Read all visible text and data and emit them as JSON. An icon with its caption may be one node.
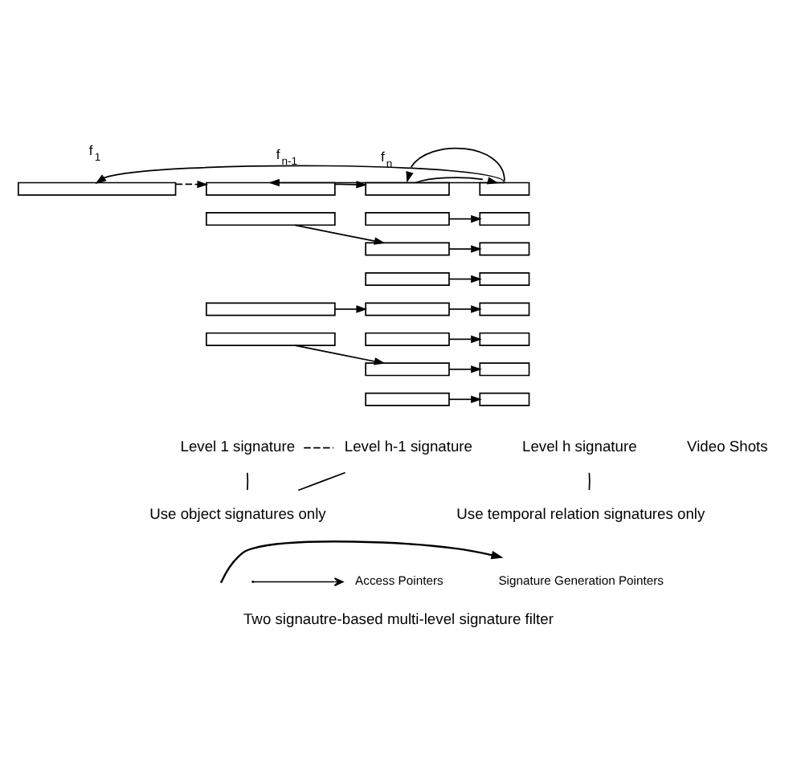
{
  "diagram": {
    "caption": "Two signautre-based multi-level signature filter",
    "nodes": [
      {
        "text": [],
        "shape": "bar"
      },
      {
        "text": [],
        "shape": "bar"
      },
      {
        "text": [],
        "shape": "bar"
      },
      {
        "text": [],
        "shape": "bar"
      },
      {
        "text": [],
        "shape": "bar"
      },
      {
        "text": [],
        "shape": "bar"
      },
      {
        "text": [],
        "shape": "bar"
      },
      {
        "text": [],
        "shape": "bar"
      },
      {
        "text": [],
        "shape": "bar"
      },
      {
        "text": [],
        "shape": "bar"
      },
      {
        "text": [],
        "shape": "bar"
      },
      {
        "text": [],
        "shape": "bar"
      },
      {
        "text": [],
        "shape": "bar"
      },
      {
        "text": [],
        "shape": "bar"
      },
      {
        "text": [],
        "shape": "bar"
      },
      {
        "text": [],
        "shape": "bar"
      },
      {
        "text": [],
        "shape": "bar"
      },
      {
        "text": [],
        "shape": "bar"
      },
      {
        "text": [],
        "shape": "bar"
      },
      {
        "text": [],
        "shape": "bar"
      },
      {
        "text": [],
        "shape": "bar"
      },
      {
        "text": [
          "Level 1 signature"
        ]
      },
      {
        "text": [
          "Level h-1 signature"
        ]
      },
      {
        "text": [
          "Level h signature"
        ]
      },
      {
        "text": [
          "Use object signatures only"
        ]
      },
      {
        "text": [
          "Use temporal relation signatures only"
        ]
      }
    ],
    "edges": [
      {
        "from": 0,
        "to": 1,
        "arrow": "to",
        "style": "dashed"
      },
      {
        "from": 1,
        "to": 3,
        "arrow": "to"
      },
      {
        "from": 2,
        "to": 5,
        "arrow": "to"
      },
      {
        "from": 3,
        "to": 7,
        "arrow": "to"
      },
      {
        "from": 4,
        "to": 8,
        "arrow": "to"
      },
      {
        "from": 5,
        "to": 9,
        "arrow": "to"
      },
      {
        "from": 6,
        "to": 10,
        "arrow": "to"
      },
      {
        "from": 7,
        "to": 0,
        "arrow": "to",
        "label": "f$_{1}$"
      },
      {
        "from": 7,
        "to": 1,
        "arrow": "to",
        "label": "f$_{n-1}$"
      },
      {
        "from": 7,
        "to": 3,
        "arrow": "to",
        "label": "f$_{n}$"
      },
      {
        "from": 11,
        "to": 13,
        "arrow": "to"
      },
      {
        "from": 12,
        "to": 15,
        "arrow": "to"
      },
      {
        "from": 13,
        "to": 17,
        "arrow": "to"
      },
      {
        "from": 14,
        "to": 18,
        "arrow": "to"
      },
      {
        "from": 15,
        "to": 19,
        "arrow": "to"
      },
      {
        "from": 16,
        "to": 20,
        "arrow": "to"
      },
      {
        "from": 21,
        "to": 22,
        "arrow": "none",
        "style": "dashed"
      },
      {
        "from": 21,
        "to": 24,
        "arrow": "none"
      },
      {
        "from": 22,
        "to": 24,
        "arrow": "none"
      },
      {
        "from": 23,
        "to": 25,
        "arrow": "none"
      }
    ],
    "labels": [
      "Video Shots"
    ],
    "legend": [
      {
        "text": "Access Pointers"
      },
      {
        "text": "Signature Generation Pointers"
      }
    ]
  }
}
